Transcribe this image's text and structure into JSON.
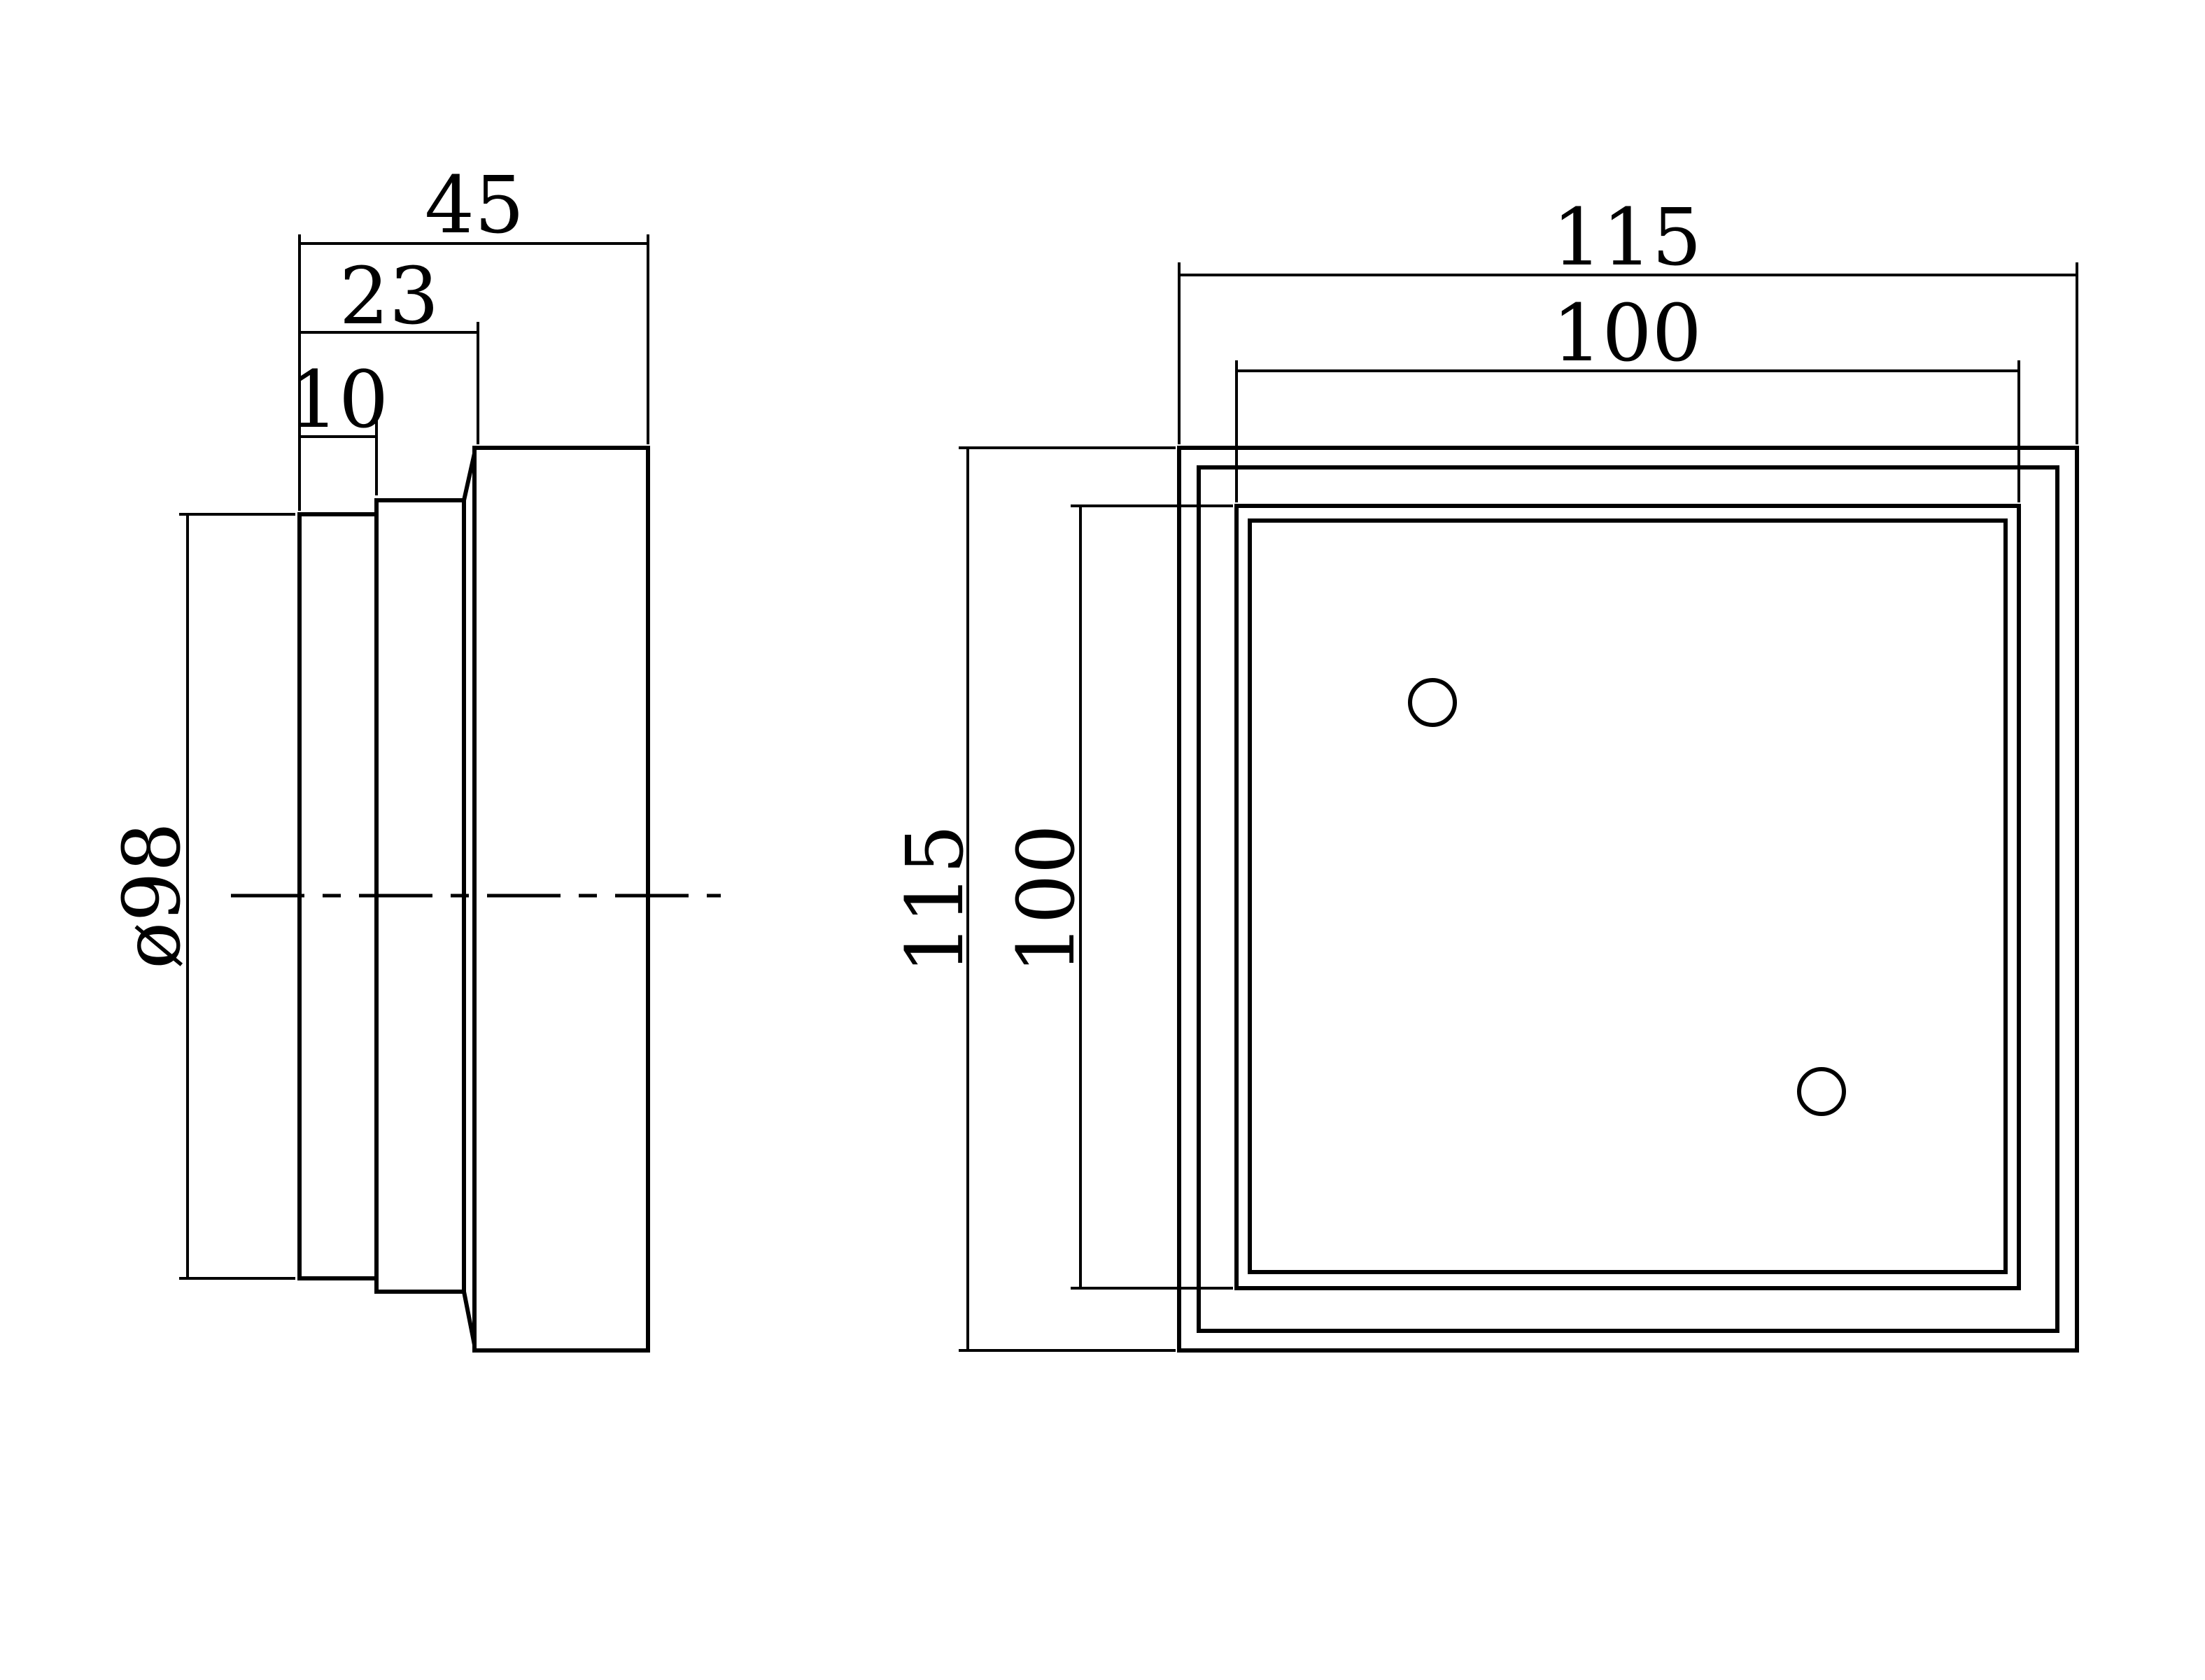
{
  "side_view": {
    "overall_depth": "45",
    "body_depth": "23",
    "flange_depth": "10",
    "diameter": "ø98"
  },
  "front_view": {
    "outer_width": "115",
    "inner_width": "100",
    "outer_height": "115",
    "inner_height": "100"
  }
}
